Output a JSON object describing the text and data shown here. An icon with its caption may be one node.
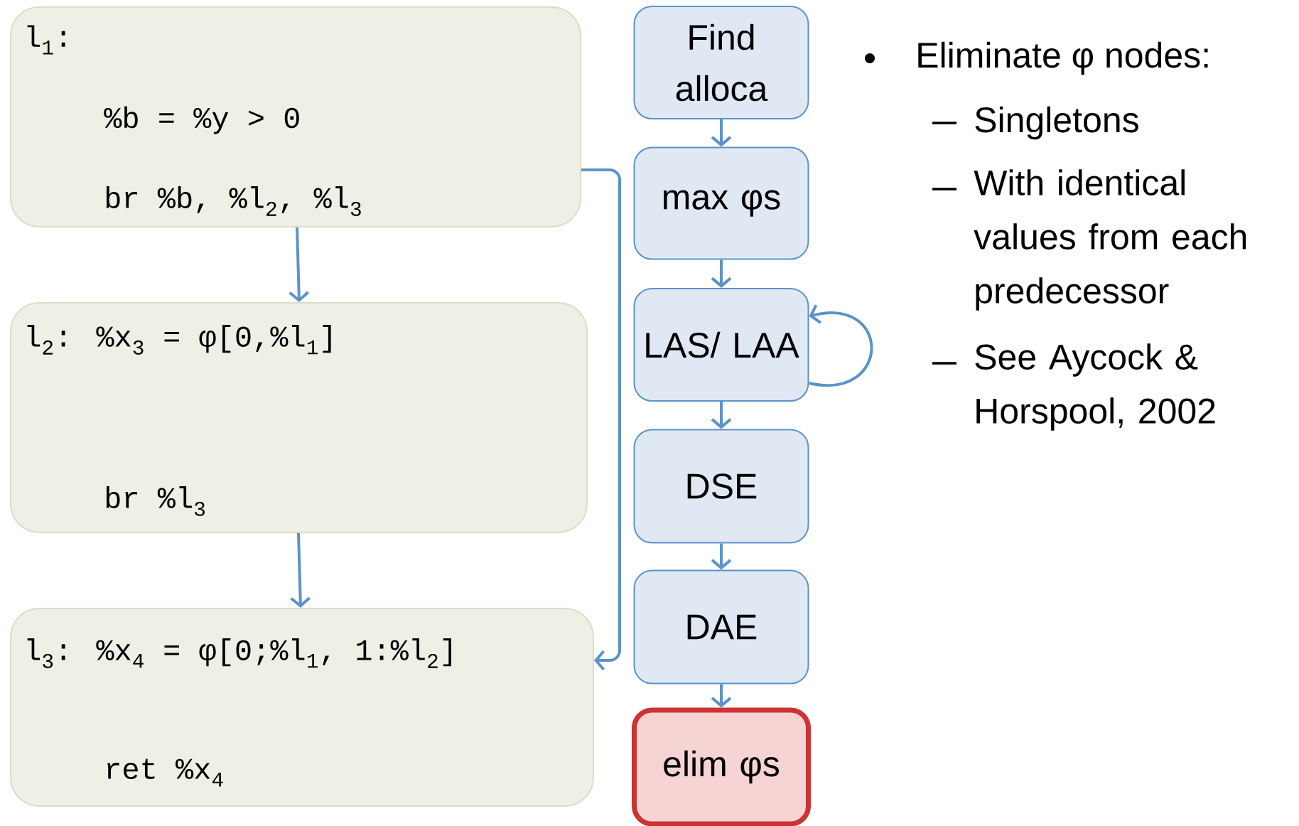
{
  "diagram": {
    "nodes": [
      {
        "text": [
          "l$_{1}$:",
          "%b = %y > 0",
          "br %b, %l$_{2}$, %l$_{3}$"
        ]
      },
      {
        "text": [
          "l$_{2}$: %x$_{3}$ = φ[0,%l$_{1}$]",
          "br %l$_{3}$"
        ]
      },
      {
        "text": [
          "l$_{3}$: %x$_{4}$ = φ[0;%l$_{1}$, 1:%l$_{2}$]",
          "ret %x$_{4}$"
        ]
      },
      {
        "text": [
          "Find alloca"
        ]
      },
      {
        "text": [
          "max φs"
        ]
      },
      {
        "text": [
          "LAS/ LAA"
        ]
      },
      {
        "text": [
          "DSE"
        ]
      },
      {
        "text": [
          "DAE"
        ]
      },
      {
        "text": [
          "elim φs"
        ]
      }
    ],
    "edges": [
      {
        "from": 0,
        "to": 1,
        "arrow": "to"
      },
      {
        "from": 1,
        "to": 2,
        "arrow": "to"
      },
      {
        "from": 0,
        "to": 2,
        "arrow": "to"
      },
      {
        "from": 3,
        "to": 4,
        "arrow": "to"
      },
      {
        "from": 4,
        "to": 5,
        "arrow": "to"
      },
      {
        "from": 5,
        "to": 6,
        "arrow": "to"
      },
      {
        "from": 6,
        "to": 7,
        "arrow": "to"
      },
      {
        "from": 7,
        "to": 8,
        "arrow": "to"
      },
      {
        "from": 5,
        "to": 5,
        "arrow": "to"
      }
    ],
    "labels": [
      "Eliminate φ nodes:",
      "Singletons",
      "With identical values from each predecessor",
      "See Aycock & Horspool, 2002"
    ]
  }
}
